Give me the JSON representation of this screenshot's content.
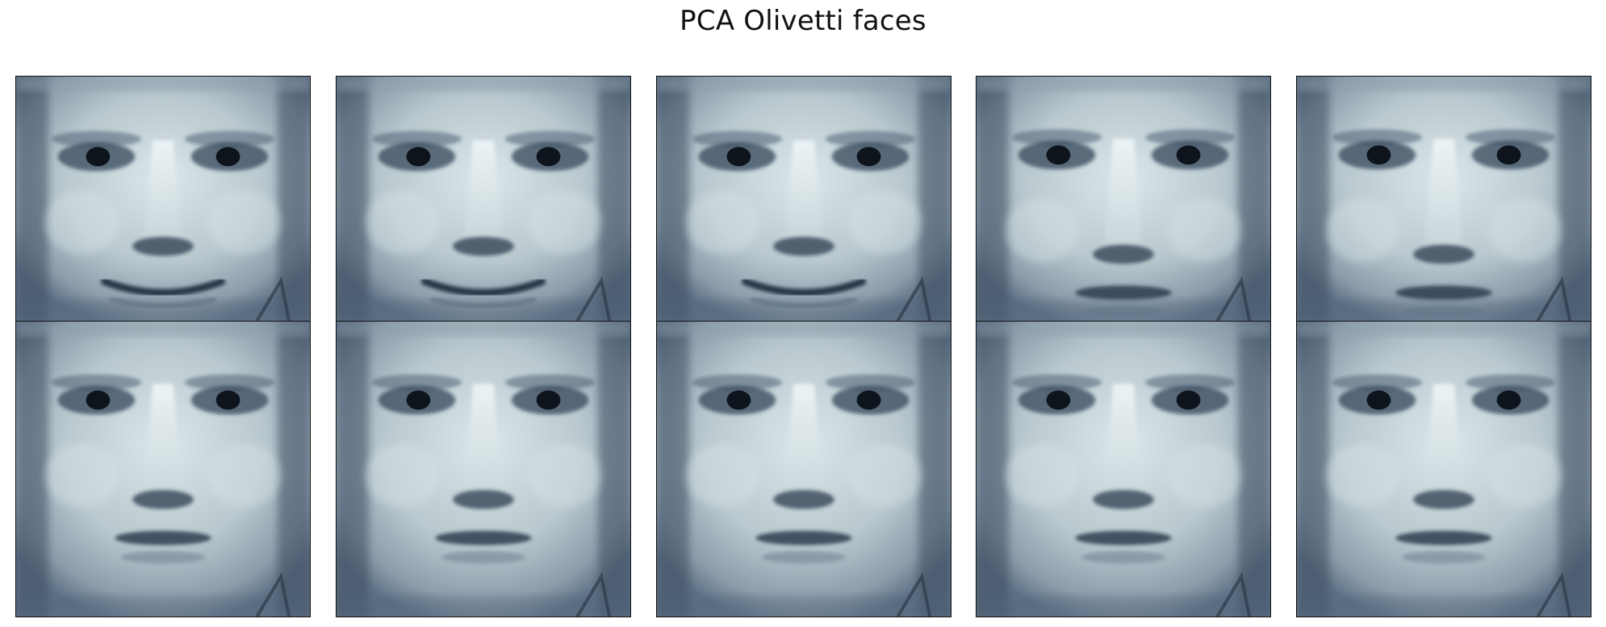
{
  "figure": {
    "title": "PCA Olivetti faces"
  },
  "images": {
    "colormap": "bone",
    "rows": 2,
    "columns": 5,
    "count": 10,
    "content": "grayscale face images",
    "axes_ticks_visible": false
  },
  "faces": [
    {
      "expression": "smile"
    },
    {
      "expression": "smile"
    },
    {
      "expression": "smile"
    },
    {
      "expression": "neutral"
    },
    {
      "expression": "neutral"
    },
    {
      "expression": "neutral"
    },
    {
      "expression": "neutral"
    },
    {
      "expression": "neutral"
    },
    {
      "expression": "neutral"
    },
    {
      "expression": "neutral"
    }
  ]
}
